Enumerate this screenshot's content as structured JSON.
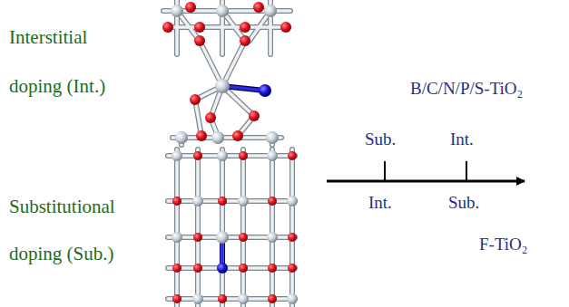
{
  "diagram": {
    "labels": [
      "Interstitial doping (Int.)",
      "Substitutional doping (Sub.)",
      "B/C/N/P/S-TiO₂",
      "Sub.",
      "Int.",
      "Int.",
      "Sub.",
      "F-TiO₂"
    ]
  }
}
